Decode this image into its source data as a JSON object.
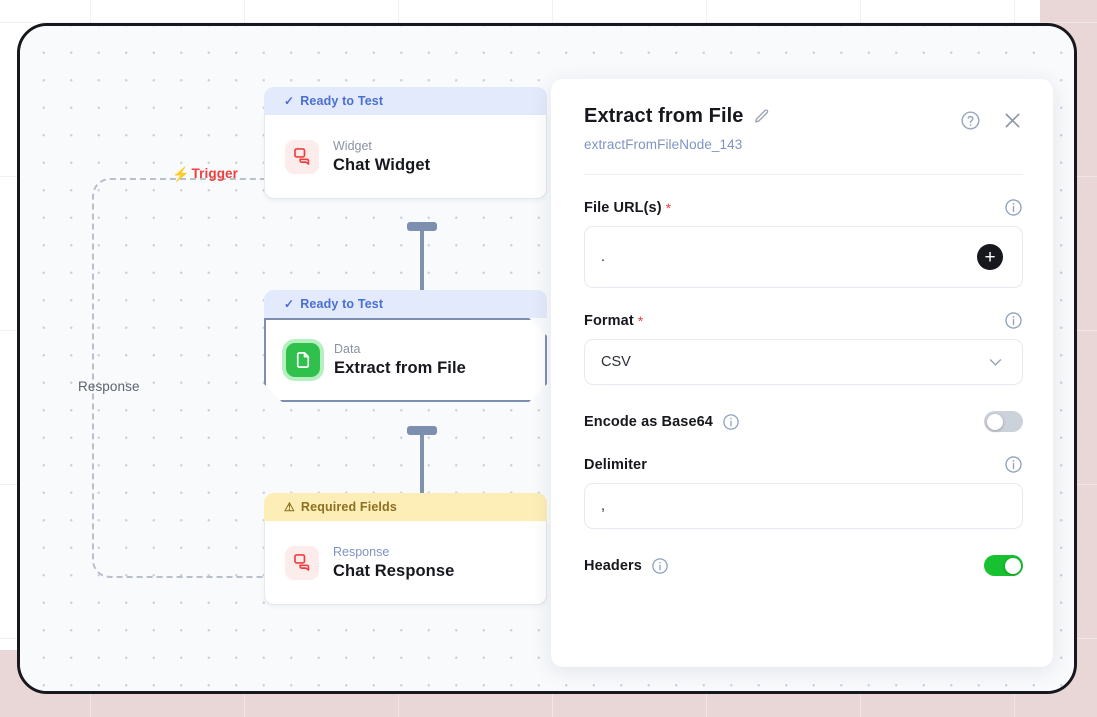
{
  "canvas": {
    "trigger_label": "Trigger",
    "response_label": "Response",
    "trigger_color": "#f03e3e",
    "nodes": [
      {
        "status": "Ready to Test",
        "status_type": "ready",
        "kind": "Widget",
        "title": "Chat Widget",
        "icon": "chat-bubble-icon",
        "selected": false
      },
      {
        "status": "Ready to Test",
        "status_type": "ready",
        "kind": "Data",
        "title": "Extract from File",
        "icon": "file-document-icon",
        "selected": true
      },
      {
        "status": "Required Fields",
        "status_type": "warning",
        "kind": "Response",
        "title": "Chat Response",
        "icon": "chat-bubble-icon",
        "selected": false
      }
    ]
  },
  "panel": {
    "title": "Extract from File",
    "edit_icon": "pencil-icon",
    "node_id": "extractFromFileNode_143",
    "help_icon": "question-circle-icon",
    "close_icon": "close-icon",
    "fields": {
      "file_urls": {
        "label": "File URL(s)",
        "required": true,
        "value": ".",
        "add_button": "+",
        "info_icon": "info-icon"
      },
      "format": {
        "label": "Format",
        "required": true,
        "value": "CSV",
        "options": [
          "CSV"
        ],
        "info_icon": "info-icon",
        "chevron_icon": "chevron-down-icon"
      },
      "encode_base64": {
        "label": "Encode as Base64",
        "enabled": false,
        "info_icon": "info-icon"
      },
      "delimiter": {
        "label": "Delimiter",
        "required": false,
        "value": ",",
        "info_icon": "info-icon"
      },
      "headers": {
        "label": "Headers",
        "enabled": true,
        "info_icon": "info-icon"
      }
    },
    "toggle_on_color": "#17c12f",
    "toggle_off_color": "#ccd2da"
  }
}
